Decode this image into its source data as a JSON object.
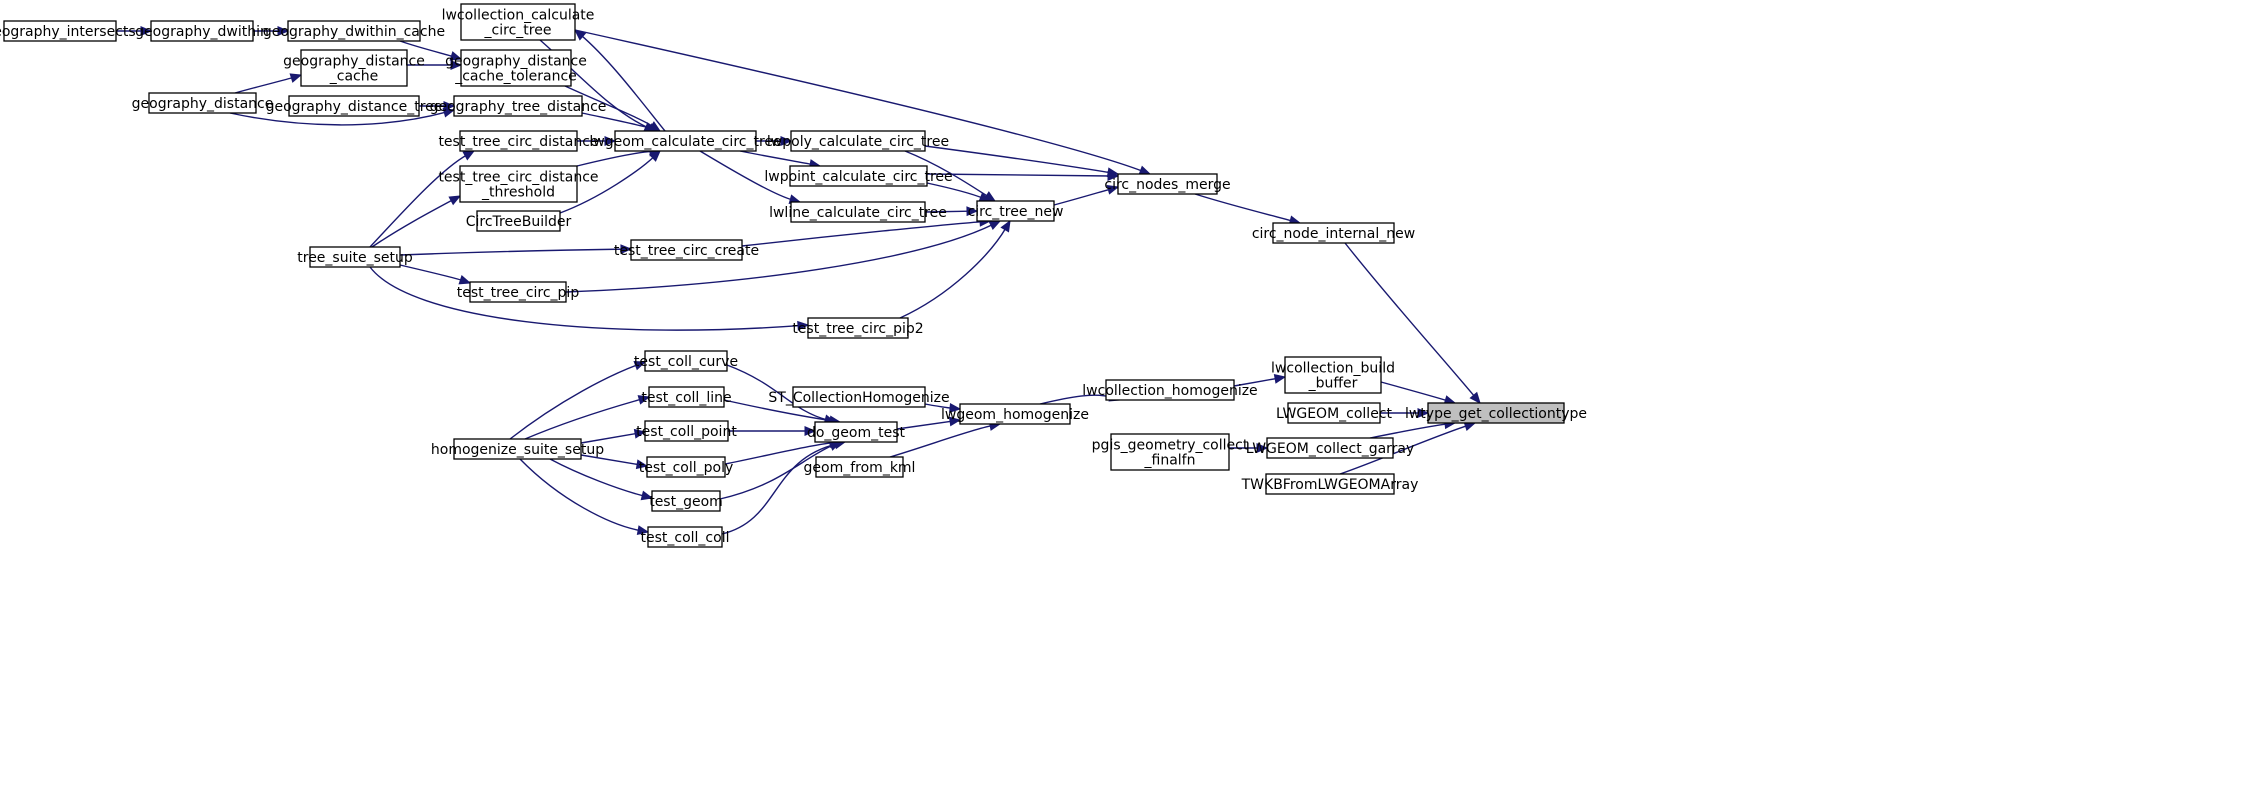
{
  "graph": {
    "title": "",
    "colors": {
      "edge": "#191970",
      "node_fill": "#ffffff",
      "root_fill": "#bfbfbf",
      "node_border": "#000000"
    },
    "root": "lwtype_get_collectiontype",
    "nodes": [
      {
        "id": "geography_intersects",
        "lines": [
          "geography_intersects"
        ]
      },
      {
        "id": "geography_dwithin",
        "lines": [
          "geography_dwithin"
        ]
      },
      {
        "id": "geography_dwithin_cache",
        "lines": [
          "geography_dwithin_cache"
        ]
      },
      {
        "id": "lwcollection_calculate_circ_tree",
        "lines": [
          "lwcollection_calculate",
          "_circ_tree"
        ]
      },
      {
        "id": "geography_distance_cache",
        "lines": [
          "geography_distance",
          "_cache"
        ]
      },
      {
        "id": "geography_distance_cache_tolerance",
        "lines": [
          "geography_distance",
          "_cache_tolerance"
        ]
      },
      {
        "id": "geography_distance",
        "lines": [
          "geography_distance"
        ]
      },
      {
        "id": "geography_distance_tree",
        "lines": [
          "geography_distance_tree"
        ]
      },
      {
        "id": "geography_tree_distance",
        "lines": [
          "geography_tree_distance"
        ]
      },
      {
        "id": "test_tree_circ_distance",
        "lines": [
          "test_tree_circ_distance"
        ]
      },
      {
        "id": "lwgeom_calculate_circ_tree",
        "lines": [
          "lwgeom_calculate_circ_tree"
        ]
      },
      {
        "id": "lwpoly_calculate_circ_tree",
        "lines": [
          "lwpoly_calculate_circ_tree"
        ]
      },
      {
        "id": "test_tree_circ_distance_threshold",
        "lines": [
          "test_tree_circ_distance",
          "_threshold"
        ]
      },
      {
        "id": "lwpoint_calculate_circ_tree",
        "lines": [
          "lwpoint_calculate_circ_tree"
        ]
      },
      {
        "id": "circ_nodes_merge",
        "lines": [
          "circ_nodes_merge"
        ]
      },
      {
        "id": "lwline_calculate_circ_tree",
        "lines": [
          "lwline_calculate_circ_tree"
        ]
      },
      {
        "id": "circ_tree_new",
        "lines": [
          "circ_tree_new"
        ]
      },
      {
        "id": "CircTreeBuilder",
        "lines": [
          "CircTreeBuilder"
        ]
      },
      {
        "id": "circ_node_internal_new",
        "lines": [
          "circ_node_internal_new"
        ]
      },
      {
        "id": "tree_suite_setup",
        "lines": [
          "tree_suite_setup"
        ]
      },
      {
        "id": "test_tree_circ_create",
        "lines": [
          "test_tree_circ_create"
        ]
      },
      {
        "id": "test_tree_circ_pip",
        "lines": [
          "test_tree_circ_pip"
        ]
      },
      {
        "id": "test_tree_circ_pip2",
        "lines": [
          "test_tree_circ_pip2"
        ]
      },
      {
        "id": "test_coll_curve",
        "lines": [
          "test_coll_curve"
        ]
      },
      {
        "id": "lwcollection_build_buffer",
        "lines": [
          "lwcollection_build",
          "_buffer"
        ]
      },
      {
        "id": "lwcollection_homogenize",
        "lines": [
          "lwcollection_homogenize"
        ]
      },
      {
        "id": "ST_CollectionHomogenize",
        "lines": [
          "ST_CollectionHomogenize"
        ]
      },
      {
        "id": "test_coll_line",
        "lines": [
          "test_coll_line"
        ]
      },
      {
        "id": "LWGEOM_collect",
        "lines": [
          "LWGEOM_collect"
        ]
      },
      {
        "id": "lwtype_get_collectiontype",
        "lines": [
          "lwtype_get_collectiontype"
        ]
      },
      {
        "id": "lwgeom_homogenize",
        "lines": [
          "lwgeom_homogenize"
        ]
      },
      {
        "id": "test_coll_point",
        "lines": [
          "test_coll_point"
        ]
      },
      {
        "id": "do_geom_test",
        "lines": [
          "do_geom_test"
        ]
      },
      {
        "id": "pgis_geometry_collect_finalfn",
        "lines": [
          "pgis_geometry_collect",
          "_finalfn"
        ]
      },
      {
        "id": "LWGEOM_collect_garray",
        "lines": [
          "LWGEOM_collect_garray"
        ]
      },
      {
        "id": "homogenize_suite_setup",
        "lines": [
          "homogenize_suite_setup"
        ]
      },
      {
        "id": "test_coll_poly",
        "lines": [
          "test_coll_poly"
        ]
      },
      {
        "id": "geom_from_kml",
        "lines": [
          "geom_from_kml"
        ]
      },
      {
        "id": "TWKBFromLWGEOMArray",
        "lines": [
          "TWKBFromLWGEOMArray"
        ]
      },
      {
        "id": "test_geom",
        "lines": [
          "test_geom"
        ]
      },
      {
        "id": "test_coll_coll",
        "lines": [
          "test_coll_coll"
        ]
      }
    ],
    "edges": [
      {
        "from": "geography_intersects",
        "to": "geography_dwithin"
      },
      {
        "from": "geography_dwithin",
        "to": "geography_dwithin_cache"
      },
      {
        "from": "geography_dwithin_cache",
        "to": "geography_distance_cache_tolerance"
      },
      {
        "from": "geography_distance_cache",
        "to": "geography_distance_cache_tolerance"
      },
      {
        "from": "geography_distance",
        "to": "geography_distance_cache"
      },
      {
        "from": "geography_distance",
        "to": "geography_tree_distance"
      },
      {
        "from": "geography_distance_tree",
        "to": "geography_tree_distance"
      },
      {
        "from": "geography_distance_cache_tolerance",
        "to": "lwgeom_calculate_circ_tree"
      },
      {
        "from": "geography_tree_distance",
        "to": "lwgeom_calculate_circ_tree"
      },
      {
        "from": "test_tree_circ_distance",
        "to": "lwgeom_calculate_circ_tree"
      },
      {
        "from": "test_tree_circ_distance_threshold",
        "to": "lwgeom_calculate_circ_tree"
      },
      {
        "from": "CircTreeBuilder",
        "to": "lwgeom_calculate_circ_tree"
      },
      {
        "from": "lwcollection_calculate_circ_tree",
        "to": "lwgeom_calculate_circ_tree"
      },
      {
        "from": "lwgeom_calculate_circ_tree",
        "to": "lwcollection_calculate_circ_tree"
      },
      {
        "from": "lwgeom_calculate_circ_tree",
        "to": "lwpoly_calculate_circ_tree"
      },
      {
        "from": "lwgeom_calculate_circ_tree",
        "to": "lwpoint_calculate_circ_tree"
      },
      {
        "from": "lwgeom_calculate_circ_tree",
        "to": "lwline_calculate_circ_tree"
      },
      {
        "from": "tree_suite_setup",
        "to": "test_tree_circ_distance"
      },
      {
        "from": "tree_suite_setup",
        "to": "test_tree_circ_distance_threshold"
      },
      {
        "from": "tree_suite_setup",
        "to": "test_tree_circ_create"
      },
      {
        "from": "tree_suite_setup",
        "to": "test_tree_circ_pip"
      },
      {
        "from": "tree_suite_setup",
        "to": "test_tree_circ_pip2"
      },
      {
        "from": "lwpoly_calculate_circ_tree",
        "to": "circ_tree_new"
      },
      {
        "from": "lwpoint_calculate_circ_tree",
        "to": "circ_tree_new"
      },
      {
        "from": "lwline_calculate_circ_tree",
        "to": "circ_tree_new"
      },
      {
        "from": "test_tree_circ_create",
        "to": "circ_tree_new"
      },
      {
        "from": "test_tree_circ_pip",
        "to": "circ_tree_new"
      },
      {
        "from": "test_tree_circ_pip2",
        "to": "circ_tree_new"
      },
      {
        "from": "lwcollection_calculate_circ_tree",
        "to": "circ_nodes_merge"
      },
      {
        "from": "lwpoly_calculate_circ_tree",
        "to": "circ_nodes_merge"
      },
      {
        "from": "lwpoint_calculate_circ_tree",
        "to": "circ_nodes_merge"
      },
      {
        "from": "circ_tree_new",
        "to": "circ_nodes_merge"
      },
      {
        "from": "circ_nodes_merge",
        "to": "circ_node_internal_new"
      },
      {
        "from": "circ_node_internal_new",
        "to": "lwtype_get_collectiontype"
      },
      {
        "from": "homogenize_suite_setup",
        "to": "test_coll_curve"
      },
      {
        "from": "homogenize_suite_setup",
        "to": "test_coll_line"
      },
      {
        "from": "homogenize_suite_setup",
        "to": "test_coll_point"
      },
      {
        "from": "homogenize_suite_setup",
        "to": "test_coll_poly"
      },
      {
        "from": "homogenize_suite_setup",
        "to": "test_geom"
      },
      {
        "from": "homogenize_suite_setup",
        "to": "test_coll_coll"
      },
      {
        "from": "test_coll_curve",
        "to": "do_geom_test"
      },
      {
        "from": "test_coll_line",
        "to": "do_geom_test"
      },
      {
        "from": "test_coll_point",
        "to": "do_geom_test"
      },
      {
        "from": "test_coll_poly",
        "to": "do_geom_test"
      },
      {
        "from": "test_geom",
        "to": "do_geom_test"
      },
      {
        "from": "test_coll_coll",
        "to": "do_geom_test"
      },
      {
        "from": "do_geom_test",
        "to": "lwgeom_homogenize"
      },
      {
        "from": "ST_CollectionHomogenize",
        "to": "lwgeom_homogenize"
      },
      {
        "from": "geom_from_kml",
        "to": "lwgeom_homogenize"
      },
      {
        "from": "lwgeom_homogenize",
        "to": "lwcollection_homogenize"
      },
      {
        "from": "lwcollection_homogenize",
        "to": "lwcollection_build_buffer"
      },
      {
        "from": "lwcollection_build_buffer",
        "to": "lwtype_get_collectiontype"
      },
      {
        "from": "LWGEOM_collect",
        "to": "lwtype_get_collectiontype"
      },
      {
        "from": "pgis_geometry_collect_finalfn",
        "to": "LWGEOM_collect_garray"
      },
      {
        "from": "LWGEOM_collect_garray",
        "to": "lwtype_get_collectiontype"
      },
      {
        "from": "TWKBFromLWGEOMArray",
        "to": "lwtype_get_collectiontype"
      }
    ]
  }
}
